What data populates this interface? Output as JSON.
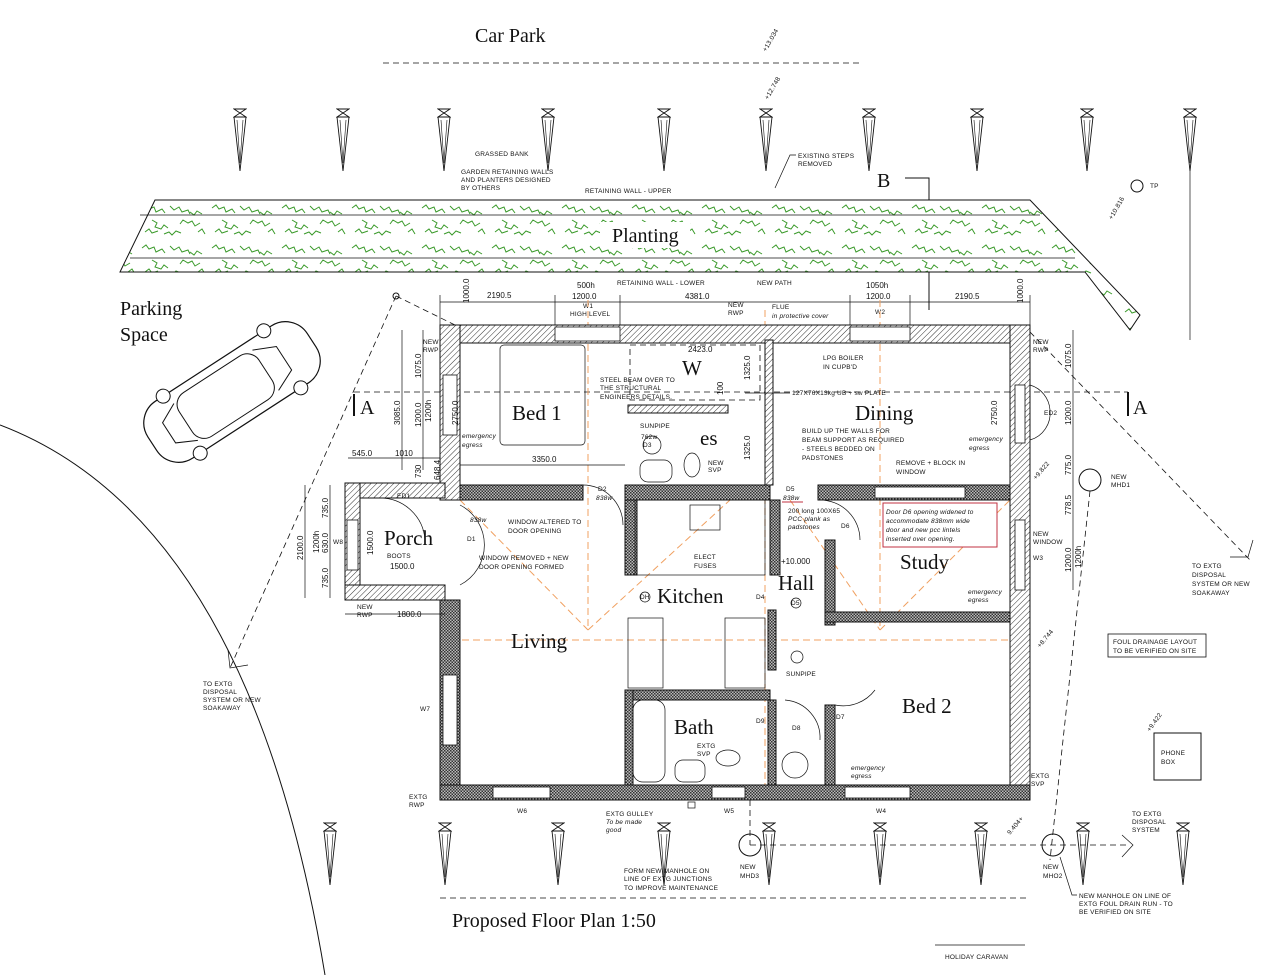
{
  "title": "Proposed Floor Plan 1:50",
  "car_park": "Car Park",
  "parking_space": [
    "Parking",
    "Space"
  ],
  "planting": "Planting",
  "section_markers": {
    "a_left": "A",
    "a_right": "A",
    "b": "B"
  },
  "rooms": {
    "bed1": "Bed 1",
    "dining": "Dining",
    "es": "es",
    "wardrobe": "W",
    "porch": "Porch",
    "kitchen": "Kitchen",
    "hall": "Hall",
    "study": "Study",
    "living": "Living",
    "bath": "Bath",
    "bed2": "Bed 2"
  },
  "levels": {
    "l1": "+13.034",
    "l2": "+12.748",
    "tp_level": "+10.816",
    "tp": "TP",
    "hall": "+10.000",
    "l_9822": "+9.822",
    "l_8744": "+8.744",
    "l_9422": "+9.422",
    "l_9404": "9.404+"
  },
  "notes": {
    "grassed_bank": "GRASSED BANK",
    "garden_walls": [
      "GARDEN RETAINING WALLS",
      "AND PLANTERS DESIGNED",
      "BY OTHERS"
    ],
    "retaining_upper": "RETAINING WALL - UPPER",
    "existing_steps": [
      "EXISTING STEPS",
      "REMOVED"
    ],
    "retaining_lower": "RETAINING WALL - LOWER",
    "new_path": "NEW PATH",
    "high_level": "HIGH LEVEL",
    "flue": [
      "FLUE",
      "in protective cover"
    ],
    "lpg_boiler": [
      "LPG BOILER",
      "IN CUPB'D"
    ],
    "steel_beam": [
      "STEEL BEAM OVER TO",
      "THE STRUCTURAL",
      "ENGINEERS DETAILS."
    ],
    "ub_plate": "127X76X13kg UB + sw PLATE",
    "sunpipe": "SUNPIPE",
    "new_svp": [
      "NEW",
      "SVP"
    ],
    "build_up": [
      "BUILD UP THE WALLS FOR",
      "BEAM SUPPORT AS REQUIRED",
      "- STEELS BEDDED ON",
      "PADSTONES"
    ],
    "remove_block": [
      "REMOVE + BLOCK IN",
      "WINDOW"
    ],
    "emergency": [
      "emergency",
      "egress"
    ],
    "window_altered": [
      "WINDOW ALTERED TO",
      "DOOR OPENING"
    ],
    "window_removed": [
      "WINDOW REMOVED + NEW",
      "DOOR OPENING FORMED"
    ],
    "boots": "BOOTS",
    "new_rwp": [
      "NEW",
      "RWP"
    ],
    "pcc_plank": [
      "200 long 100X65",
      "PCC plank as",
      "padstones"
    ],
    "door_d6_note": [
      "Door D6 opening widened to",
      "accommodate 838mm wide",
      "door and new pcc lintels",
      "inserted over opening."
    ],
    "elect_fuses": [
      "ELECT",
      "FUSES"
    ],
    "new_window": [
      "NEW",
      "WINDOW"
    ],
    "new_mhd1": [
      "NEW",
      "MHD1"
    ],
    "to_extg_soakaway": [
      "TO EXTG",
      "DISPOSAL",
      "SYSTEM OR NEW",
      "SOAKAWAY"
    ],
    "foul_drainage": [
      "FOUL DRAINAGE LAYOUT",
      "TO BE VERIFIED ON SITE"
    ],
    "extg_svp": [
      "EXTG",
      "SVP"
    ],
    "phone_box": [
      "PHONE",
      "BOX"
    ],
    "extg_rwp": [
      "EXTG",
      "RWP"
    ],
    "extg_gulley": [
      "EXTG GULLEY",
      "To be made",
      "good"
    ],
    "to_extg_system": [
      "TO EXTG",
      "DISPOSAL",
      "SYSTEM"
    ],
    "new_mhd3": [
      "NEW",
      "MHD3"
    ],
    "form_manhole": [
      "FORM NEW MANHOLE ON",
      "LINE OF EXTG JUNCTIONS",
      "TO IMPROVE MAINTENANCE"
    ],
    "new_mho2": [
      "NEW",
      "MHO2"
    ],
    "new_manhole_line": [
      "NEW MANHOLE ON LINE OF",
      "EXTG FOUL DRAIN RUN - TO",
      "BE VERIFIED ON SITE"
    ],
    "holiday_caravan": "HOLIDAY CARAVAN"
  },
  "openings": {
    "w1": "W1",
    "w2": "W2",
    "w3": "W3",
    "w4": "W4",
    "w5": "W5",
    "w6": "W6",
    "w7": "W7",
    "w8": "W8",
    "ed1": "ED1",
    "ed2": "ED2",
    "d1": "D1",
    "d2": "D2",
    "d3": "D3",
    "d4": "D4",
    "d5": "D5",
    "d6": "D6",
    "d7": "D7",
    "d8": "D8",
    "d9": "D9",
    "dh": "DH",
    "d5c": "D5",
    "w838": "838w",
    "w762": "762w"
  },
  "dimensions": {
    "top": [
      "1000.0",
      "2190.5",
      "500h",
      "1200.0",
      "4381.0",
      "1050h",
      "1200.0",
      "2190.5",
      "1000.0"
    ],
    "wardrobe": "2423.0",
    "d100": "100",
    "d1325a": "1325.0",
    "d1325b": "1325.0",
    "bed1_w": "3350.0",
    "bed1_h": "2750.0",
    "dining_h": "2750.0",
    "left": [
      "1075.0",
      "1200.0",
      "1200h",
      "3085.0",
      "545.0",
      "1010",
      "730",
      "648.4"
    ],
    "porch": [
      "1500.0",
      "1500.0",
      "1800.0",
      "2100.0",
      "735.0",
      "1200h",
      "630.0",
      "735.0"
    ],
    "right": [
      "1075.0",
      "1200.0",
      "775.0",
      "778.5",
      "1200.0",
      "1200h"
    ]
  },
  "colors": {
    "planting": "#3a9a2a",
    "section_line": "#f0a060",
    "note_box": "#c03040"
  }
}
